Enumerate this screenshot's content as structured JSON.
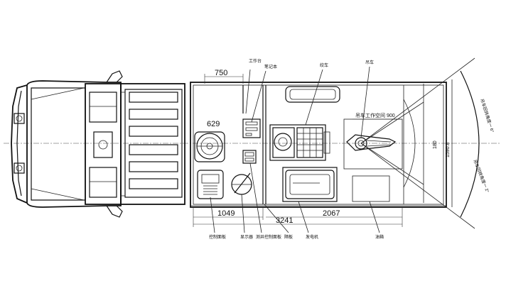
{
  "labels": {
    "toolbox": "工作台",
    "notebook": "笔记本",
    "winch": "绞车",
    "crane": "吊车",
    "control_panel": "控制面板",
    "display": "显示器",
    "rack": "测井控制面板",
    "partition": "隔板",
    "generator": "发电机",
    "tank": "油箱",
    "angle_1": "吊车回转角度一 6°",
    "angle_2": "吊车回转角度一 2°"
  },
  "dimensions": {
    "d750": "750",
    "d629": "629",
    "d900": "吊车工作空间 900",
    "d1049": "1049",
    "d3241": "3241",
    "d2067": "2067",
    "d1590": "1590.8",
    "d180": "180"
  }
}
